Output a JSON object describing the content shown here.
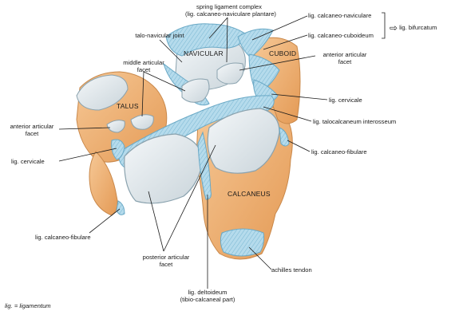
{
  "labels": {
    "spring_ligament": "spring ligament complex\n(lig. calcaneo-naviculare plantare)",
    "calcaneo_naviculare": "lig. calcaneo-naviculare",
    "calcaneo_cuboideum": "lig. calcaneo-cuboideum",
    "bifurcatum": "lig. bifurcatum",
    "talo_navicular_joint": "talo-navicular joint",
    "middle_facet": "middle articular\nfacet",
    "anterior_facet_right": "anterior articular\nfacet",
    "anterior_facet_left": "anterior articular\nfacet",
    "cervicale_right": "lig. cervicale",
    "cervicale_left": "lig. cervicale",
    "talocalcaneum": "lig. talocalcaneum interosseum",
    "calcaneo_fibulare_right": "lig. calcaneo-fibulare",
    "calcaneo_fibulare_left": "lig. calcaneo-fibulare",
    "posterior_facet": "posterior articular\nfacet",
    "achilles": "achilles tendon",
    "deltoideum": "lig. deltoideum\n(tibio-calcaneal part)"
  },
  "bones": {
    "navicular": "NAVICULAR",
    "cuboid": "CUBOID",
    "talus": "TALUS",
    "calcaneus": "CALCANEUS"
  },
  "footnote": "lig. = ligamentum",
  "colors": {
    "bone": "#f2b77a",
    "bone_dark": "#e29850",
    "cartilage": "#dfe6ea",
    "ligament": "#a9d3e6",
    "ligament_line": "#6aa9c6"
  }
}
